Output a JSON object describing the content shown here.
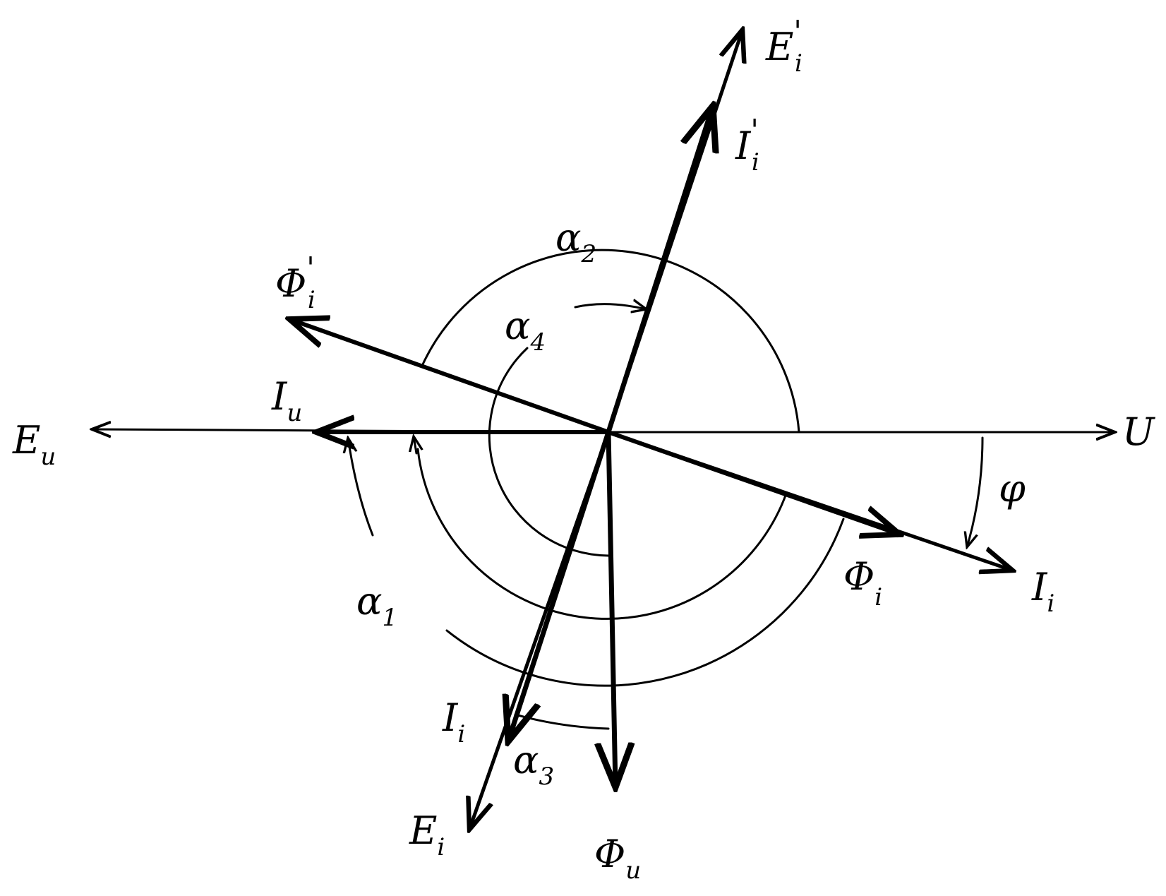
{
  "colors": {
    "ink": "#000000",
    "paper": "#ffffff"
  },
  "vectors": [
    {
      "id": "U",
      "label": "U",
      "sub": ""
    },
    {
      "id": "Eu",
      "label": "E",
      "sub": "u"
    },
    {
      "id": "Iu",
      "label": "I",
      "sub": "u"
    },
    {
      "id": "Ei_prime",
      "label": "E",
      "sub": "i",
      "prime": "'"
    },
    {
      "id": "Ii_prime",
      "label": "I",
      "sub": "i",
      "prime": "'"
    },
    {
      "id": "Phii_prime",
      "label": "Φ",
      "sub": "i",
      "prime": "'"
    },
    {
      "id": "Ii_right",
      "label": "I",
      "sub": "i"
    },
    {
      "id": "Phii",
      "label": "Φ",
      "sub": "i"
    },
    {
      "id": "Ei",
      "label": "E",
      "sub": "i"
    },
    {
      "id": "Ii_lower",
      "label": "I",
      "sub": "i"
    },
    {
      "id": "Phiu",
      "label": "Φ",
      "sub": "u"
    }
  ],
  "angles": [
    {
      "id": "alpha1",
      "label": "α",
      "sub": "1"
    },
    {
      "id": "alpha2",
      "label": "α",
      "sub": "2"
    },
    {
      "id": "alpha3",
      "label": "α",
      "sub": "3"
    },
    {
      "id": "alpha4",
      "label": "α",
      "sub": "4"
    },
    {
      "id": "phi",
      "label": "φ",
      "sub": ""
    }
  ]
}
